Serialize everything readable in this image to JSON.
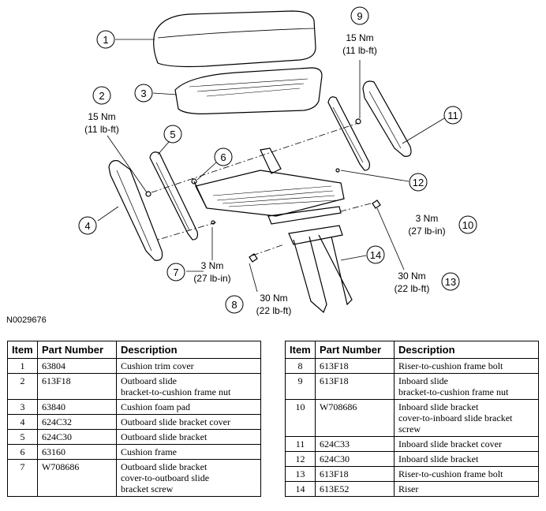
{
  "figure_id": "N0029676",
  "callouts": [
    {
      "num": "1"
    },
    {
      "num": "2"
    },
    {
      "num": "3"
    },
    {
      "num": "4"
    },
    {
      "num": "5"
    },
    {
      "num": "6"
    },
    {
      "num": "7"
    },
    {
      "num": "8"
    },
    {
      "num": "9"
    },
    {
      "num": "10"
    },
    {
      "num": "11"
    },
    {
      "num": "12"
    },
    {
      "num": "13"
    },
    {
      "num": "14"
    }
  ],
  "torques": {
    "t2": {
      "nm": "15 Nm",
      "lbft": "(11 lb-ft)"
    },
    "t9": {
      "nm": "15 Nm",
      "lbft": "(11 lb-ft)"
    },
    "t7": {
      "nm": "3 Nm",
      "lbft": "(27 lb-in)"
    },
    "t10": {
      "nm": "3 Nm",
      "lbft": "(27 lb-in)"
    },
    "t8": {
      "nm": "30 Nm",
      "lbft": "(22 lb-ft)"
    },
    "t13": {
      "nm": "30 Nm",
      "lbft": "(22 lb-ft)"
    }
  },
  "table": {
    "headers": {
      "item": "Item",
      "part": "Part Number",
      "desc": "Description"
    },
    "left_rows": [
      {
        "item": "1",
        "part": "63804",
        "desc": [
          "Cushion trim cover"
        ]
      },
      {
        "item": "2",
        "part": "613F18",
        "desc": [
          "Outboard slide",
          "bracket-to-cushion frame nut"
        ]
      },
      {
        "item": "3",
        "part": "63840",
        "desc": [
          "Cushion foam pad"
        ]
      },
      {
        "item": "4",
        "part": "624C32",
        "desc": [
          "Outboard slide bracket cover"
        ]
      },
      {
        "item": "5",
        "part": "624C30",
        "desc": [
          "Outboard slide bracket"
        ]
      },
      {
        "item": "6",
        "part": "63160",
        "desc": [
          "Cushion frame"
        ]
      },
      {
        "item": "7",
        "part": "W708686",
        "desc": [
          "Outboard slide bracket",
          "cover-to-outboard slide",
          "bracket screw"
        ]
      }
    ],
    "right_rows": [
      {
        "item": "8",
        "part": "613F18",
        "desc": [
          "Riser-to-cushion frame bolt"
        ]
      },
      {
        "item": "9",
        "part": "613F18",
        "desc": [
          "Inboard slide",
          "bracket-to-cushion frame nut"
        ]
      },
      {
        "item": "10",
        "part": "W708686",
        "desc": [
          "Inboard slide bracket",
          "cover-to-inboard slide bracket",
          "screw"
        ]
      },
      {
        "item": "11",
        "part": "624C33",
        "desc": [
          "Inboard slide bracket cover"
        ]
      },
      {
        "item": "12",
        "part": "624C30",
        "desc": [
          "Inboard slide bracket"
        ]
      },
      {
        "item": "13",
        "part": "613F18",
        "desc": [
          "Riser-to-cushion frame bolt"
        ]
      },
      {
        "item": "14",
        "part": "613E52",
        "desc": [
          "Riser"
        ]
      }
    ]
  }
}
